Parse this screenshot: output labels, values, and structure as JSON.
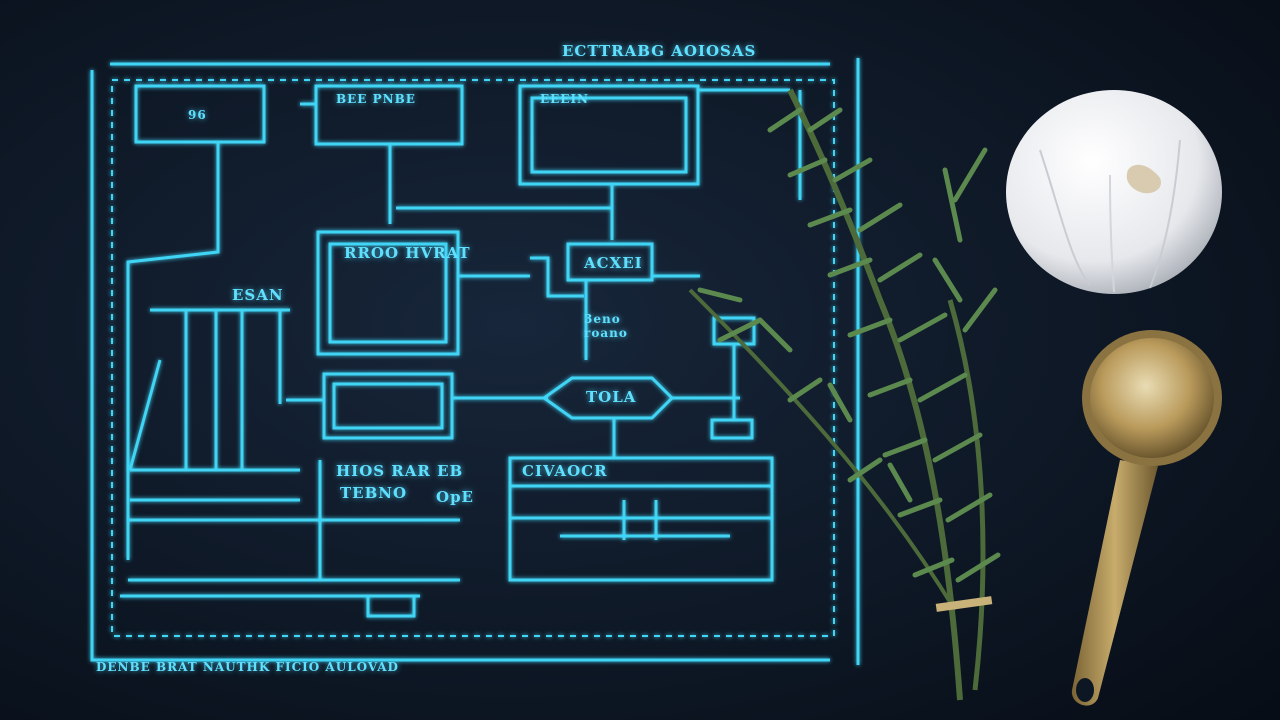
{
  "colors": {
    "background": "#0d1724",
    "schematic_glow": "#3fd4f5",
    "rosemary": "#3f6b3a",
    "garlic": "#eef0f2",
    "spoon": "#b79a5c"
  },
  "schematic": {
    "title": "ECTTRABG AOIOSAS",
    "footer": "DENBE BRAT NAUTHK FICIO AULOVAD",
    "labels": {
      "box_top_left": "96",
      "box_top_mid": "BEE PNBE",
      "box_top_right": "EEEIN",
      "box_center": "RROO HVRAT",
      "box_acxei": "ACXEI",
      "label_esan": "ESAN",
      "label_ceid": "3eno\nroano",
      "diamond": "TOLA",
      "label_hios": "HIOS RAR EB",
      "label_teno": "TEBNO",
      "label_ope": "OpE",
      "label_cnva": "CIVAOCR"
    }
  },
  "objects": [
    "rosemary-sprig",
    "garlic-bulb",
    "measuring-spoon"
  ]
}
